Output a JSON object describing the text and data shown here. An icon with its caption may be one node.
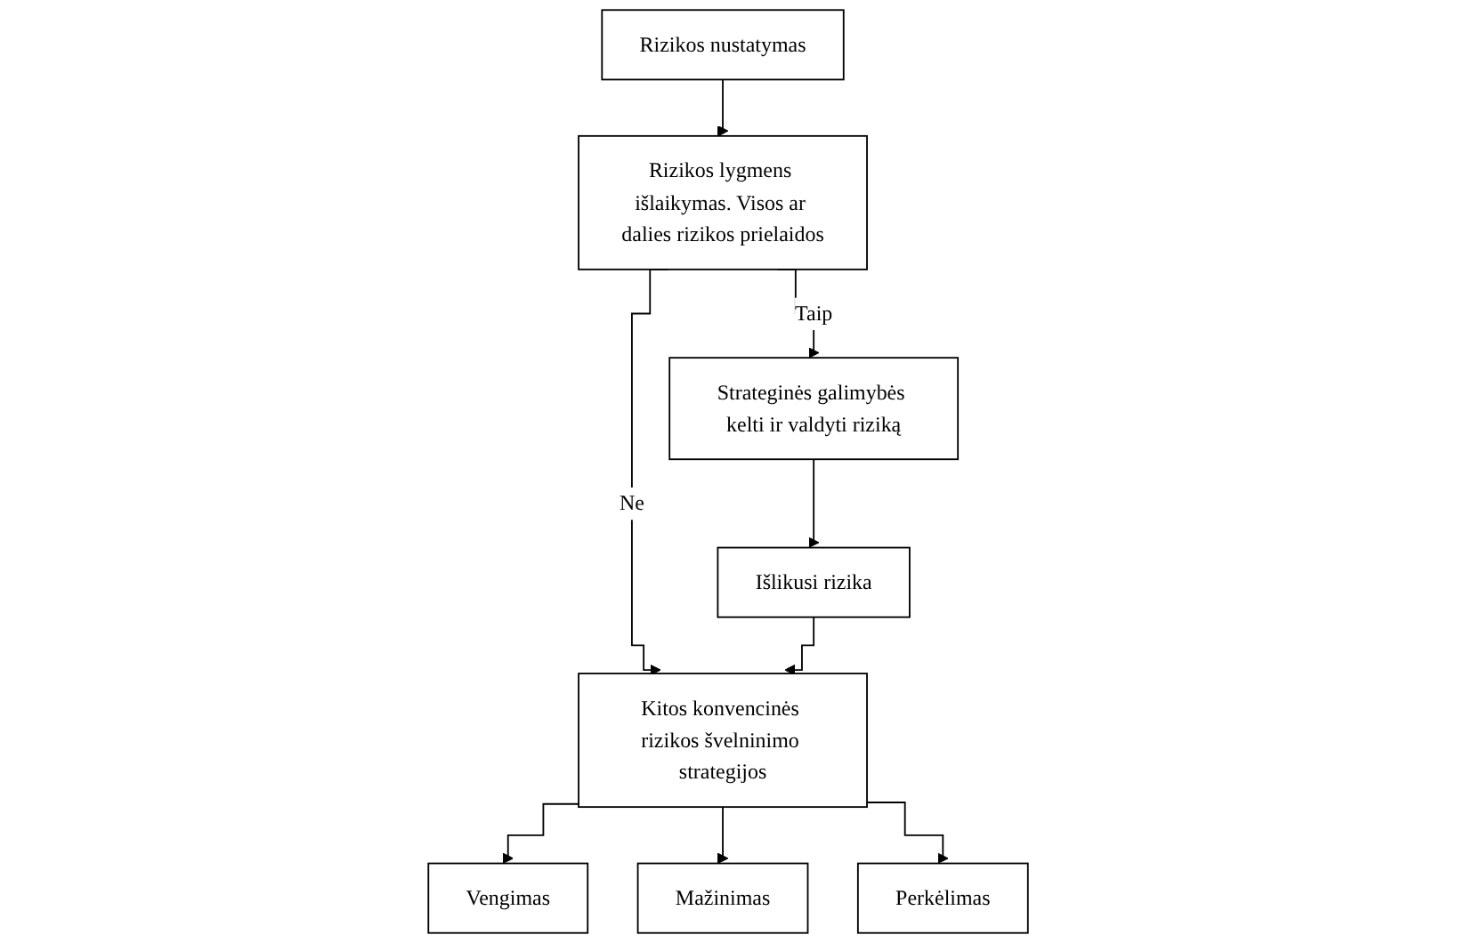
{
  "diagram": {
    "nodes": [
      {
        "text": [
          "Rizikos nustatymas"
        ]
      },
      {
        "text": [
          "Rizikos lygmens išlaikymas. Visos ar dalies rizikos prielaidos"
        ]
      },
      {
        "text": [
          "Strateginės galimybės kelti ir valdyti riziką"
        ]
      },
      {
        "text": [
          "Išlikusi rizika"
        ]
      },
      {
        "text": [
          "Kitos konvencinės rizikos švelninimo strategijos"
        ]
      },
      {
        "text": [
          "Vengimas"
        ]
      },
      {
        "text": [
          "Mažinimas"
        ]
      },
      {
        "text": [
          "Perkėlimas"
        ]
      }
    ],
    "edges": [
      {
        "from": 0,
        "to": 1,
        "arrow": "to"
      },
      {
        "from": 1,
        "to": 4,
        "arrow": "to",
        "label": "Ne"
      },
      {
        "from": 1,
        "to": 2,
        "arrow": "to",
        "label": "Taip"
      },
      {
        "from": 2,
        "to": 3,
        "arrow": "to"
      },
      {
        "from": 3,
        "to": 4,
        "arrow": "to"
      },
      {
        "from": 4,
        "to": 5,
        "arrow": "to"
      },
      {
        "from": 4,
        "to": 6,
        "arrow": "to"
      },
      {
        "from": 4,
        "to": 7,
        "arrow": "to"
      }
    ]
  }
}
